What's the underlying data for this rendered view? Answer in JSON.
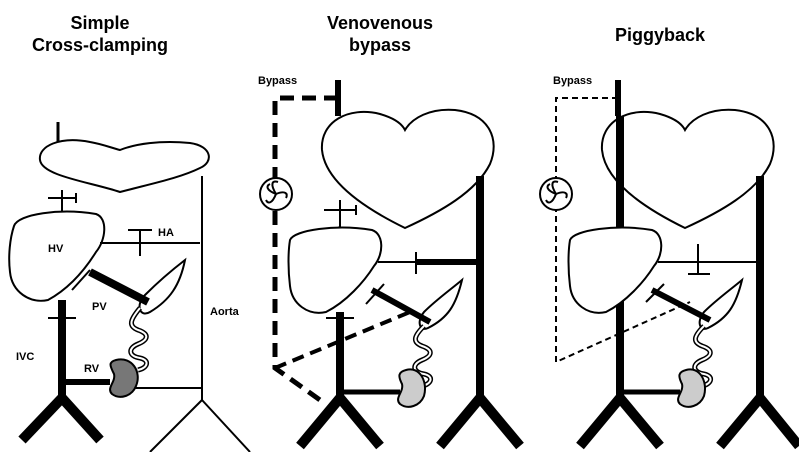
{
  "panels": [
    {
      "title_line1": "Simple",
      "title_line2": "Cross-clamping"
    },
    {
      "title_line1": "Venovenous",
      "title_line2": "bypass"
    },
    {
      "title_line1": "Piggyback",
      "title_line2": ""
    }
  ],
  "labels": {
    "hv": "HV",
    "ha": "HA",
    "pv": "PV",
    "ivc": "IVC",
    "rv": "RV",
    "aorta": "Aorta",
    "bypass_2": "Bypass",
    "bypass_3": "Bypass"
  },
  "colors": {
    "kidney_panel1": "#777777",
    "kidney_other": "#cccccc",
    "stroke": "#000000"
  },
  "icons": [
    "pump-fan-icon"
  ]
}
